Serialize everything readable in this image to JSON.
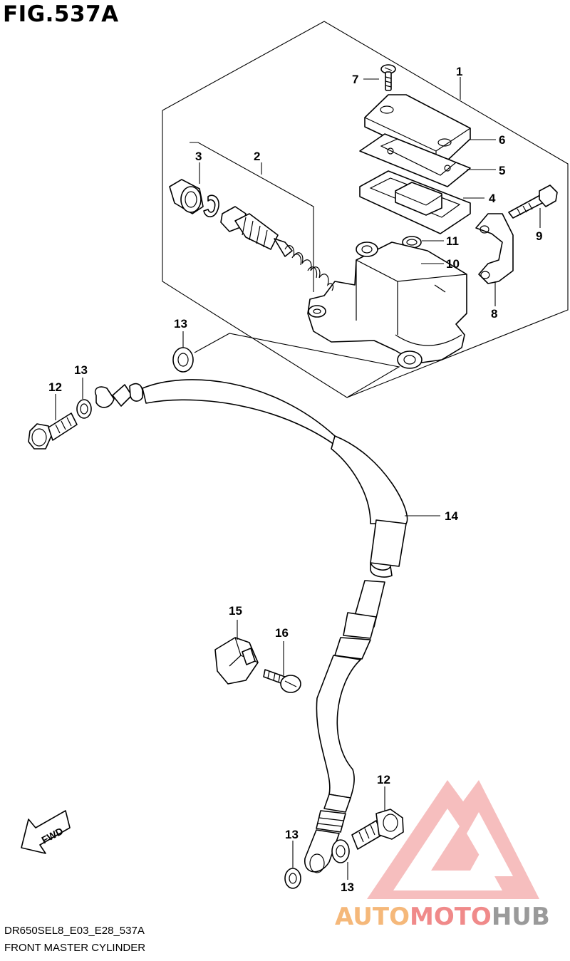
{
  "figure": {
    "title": "FIG.537A",
    "model_code": "DR650SEL8_E03_E28_537A",
    "caption": "FRONT MASTER CYLINDER"
  },
  "callouts": {
    "c1": "1",
    "c2": "2",
    "c3": "3",
    "c4": "4",
    "c5": "5",
    "c6": "6",
    "c7": "7",
    "c8": "8",
    "c9": "9",
    "c10": "10",
    "c11": "11",
    "c12_top": "12",
    "c12_bottom": "12",
    "c13_washer": "13",
    "c13_upper": "13",
    "c13_bottom_left": "13",
    "c13_bottom_right": "13",
    "c14": "14",
    "c15": "15",
    "c16": "16"
  },
  "fwd_label": "FWD",
  "watermark": {
    "part1": "AUTO",
    "part2": "MOTO",
    "part3": "HUB",
    "colors": {
      "auto": "#f5b87a",
      "moto": "#f08a8a",
      "hub": "#9a9a9a",
      "logo": "#f28b8b"
    }
  }
}
